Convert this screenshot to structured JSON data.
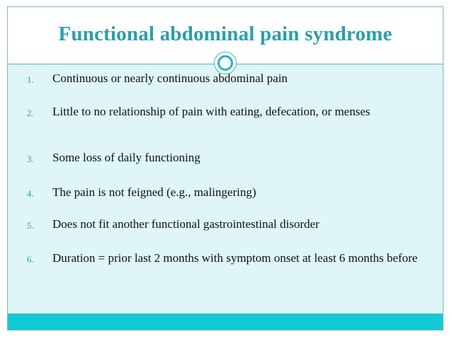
{
  "slide": {
    "title": "Functional abdominal pain syndrome",
    "items": [
      {
        "number": "1.",
        "text": "Continuous or nearly continuous abdominal pain"
      },
      {
        "number": "2.",
        "text": "Little to no relationship of pain with eating, defecation, or menses"
      },
      {
        "number": "3.",
        "text": "Some loss of daily functioning"
      },
      {
        "number": "4.",
        "text": "The pain is not feigned (e.g., malingering)"
      },
      {
        "number": "5.",
        "text": "Does not fit another functional gastrointestinal disorder"
      },
      {
        "number": "6.",
        "text": "Duration = prior last 2 months with symptom onset at least 6 months before"
      }
    ]
  },
  "colors": {
    "title": "#2a9fab",
    "accent": "#14c9d6",
    "content_background": "#dff5f7",
    "text": "#111111"
  }
}
